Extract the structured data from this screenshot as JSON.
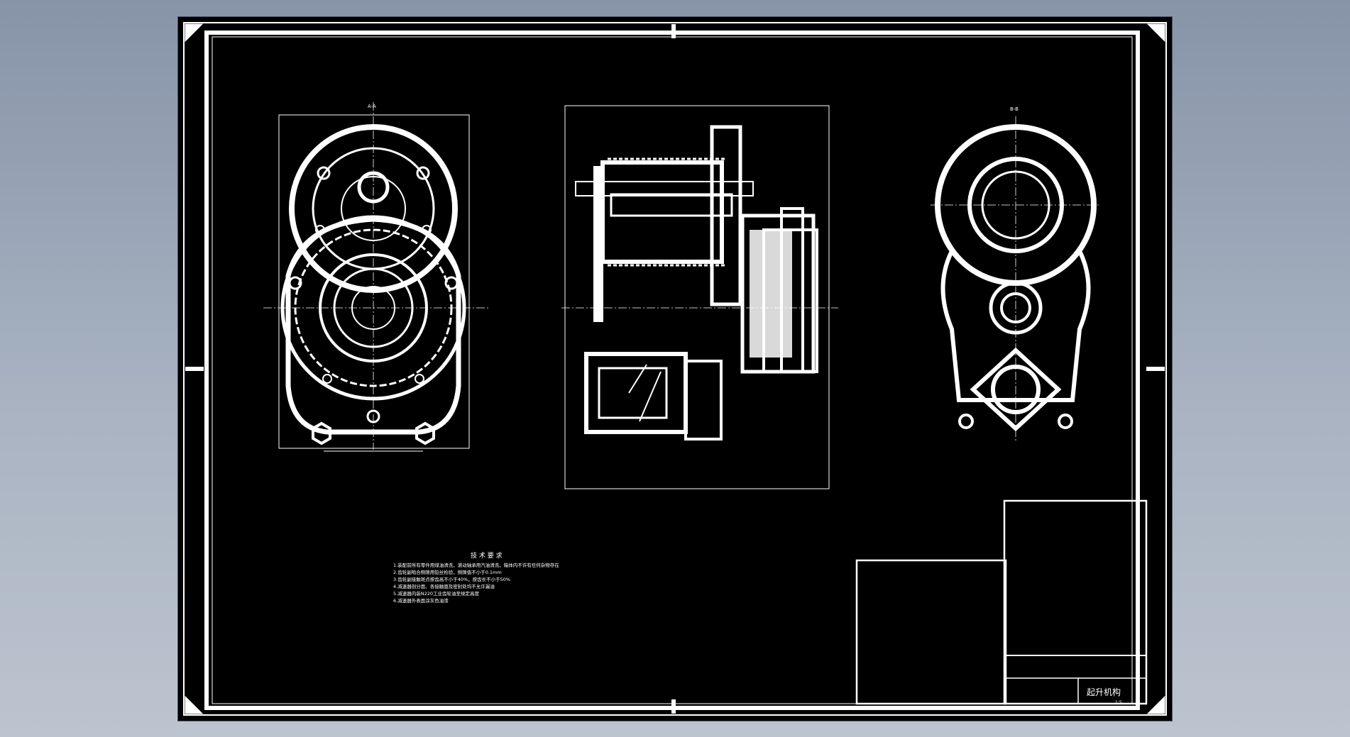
{
  "drawing": {
    "title": "起升机构",
    "tech_requirements": {
      "heading": "技 术 要 求",
      "lines": [
        "1.装配前所有零件用煤油清洗，滚动轴承用汽油清洗，箱体内不许有任何杂物存在",
        "2.齿轮副啮合侧隙用铅丝检验，侧隙值不小于0.1mm",
        "3.齿轮副接触斑点按齿高不小于40%，按齿长不小于50%",
        "4.减速器剖分面、各接触面及密封处均不允许漏油",
        "5.减速器内装N220工业齿轮油至规定高度",
        "6.减速器外表面涂灰色油漆"
      ]
    },
    "section_labels": {
      "left_view": "A-A",
      "right_view": "B-B"
    },
    "scale": "1:5"
  },
  "colors": {
    "line": "#ffffff",
    "sheet_bg": "#000000"
  }
}
